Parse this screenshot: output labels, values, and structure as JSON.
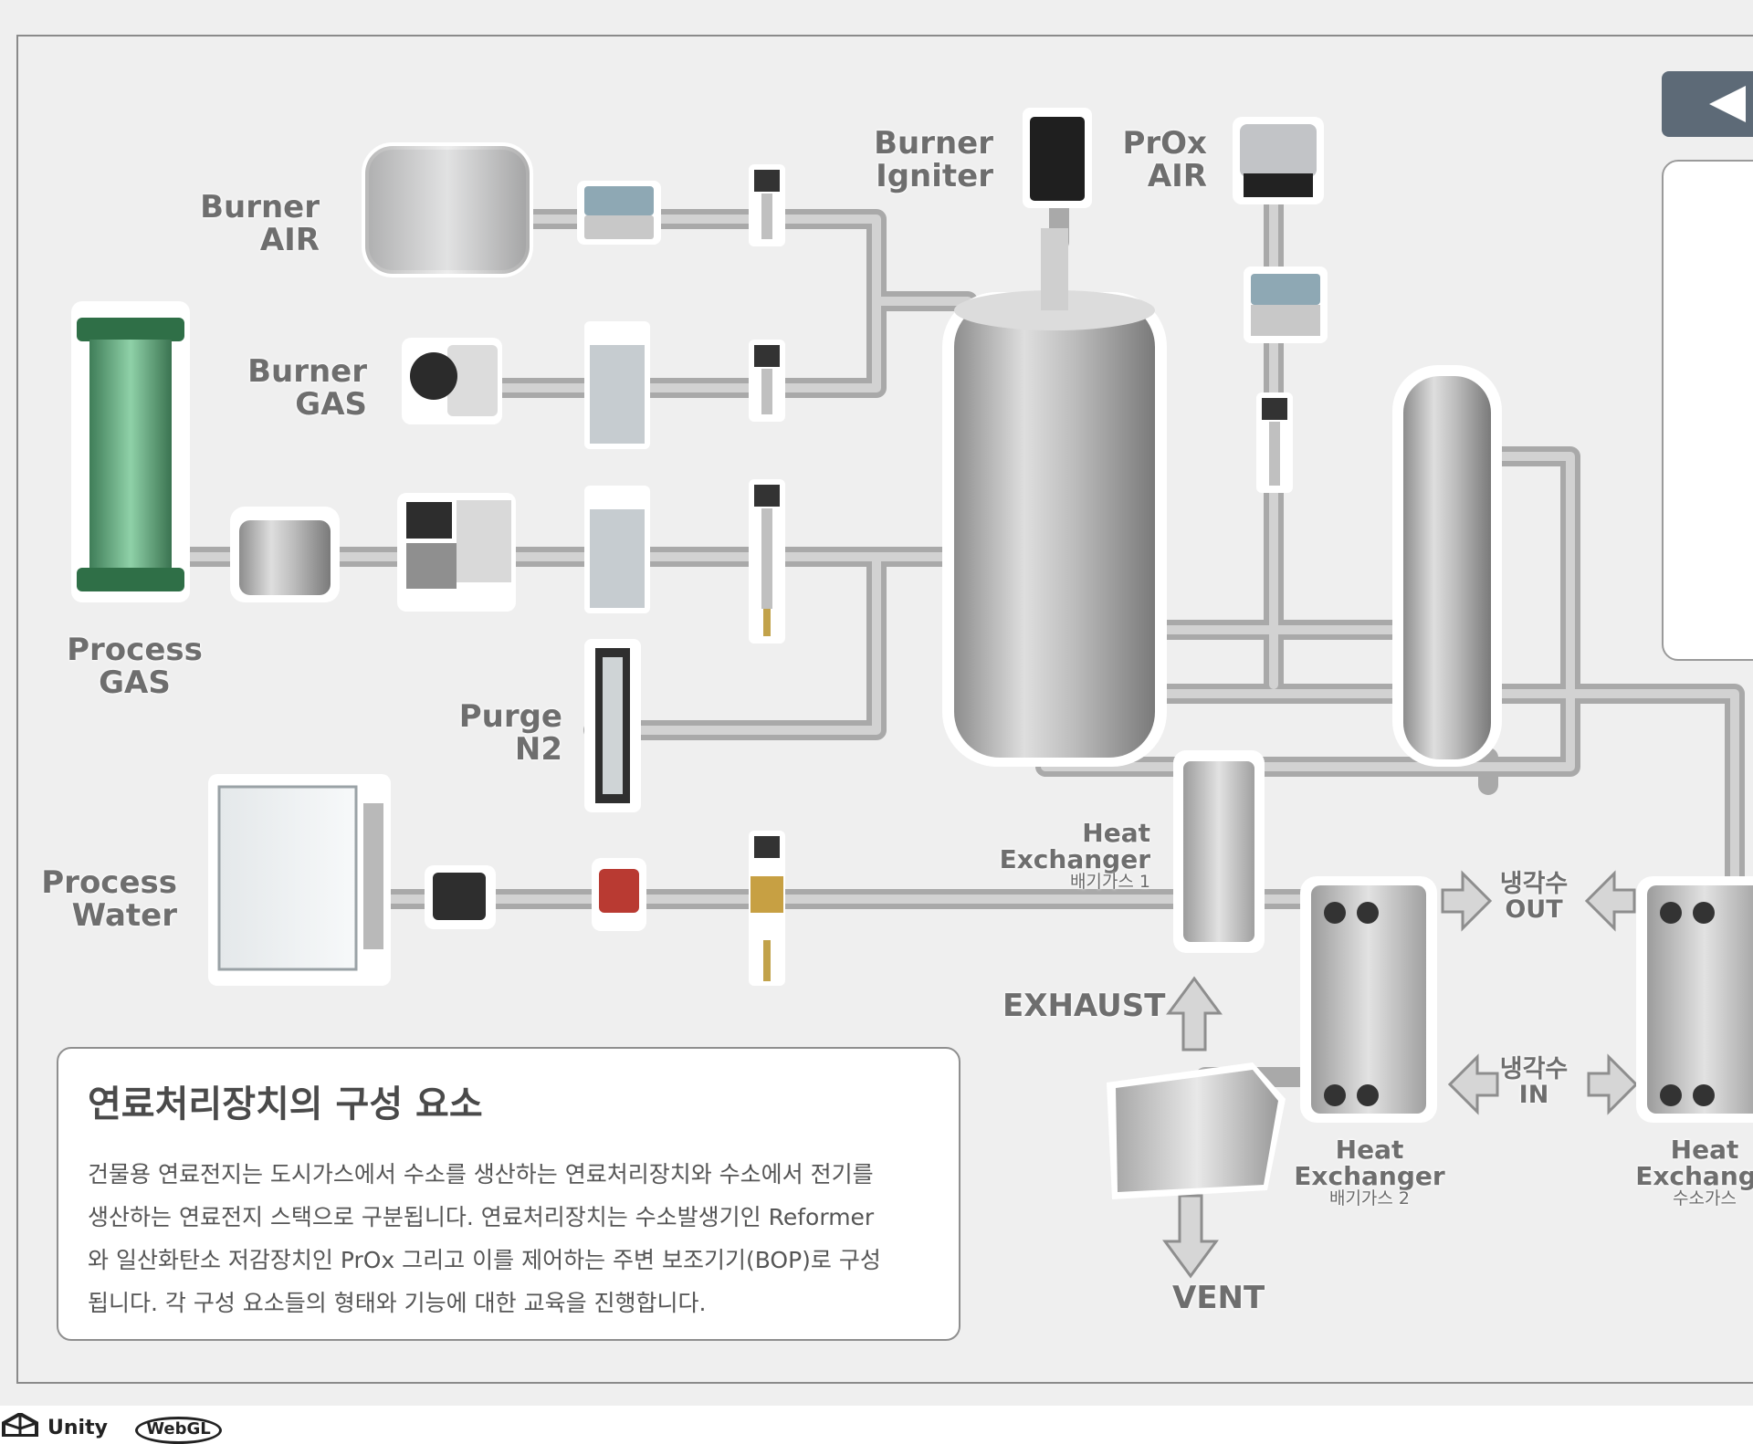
{
  "labels": {
    "burner_air": {
      "line1": "Burner",
      "line2": "AIR"
    },
    "burner_gas": {
      "line1": "Burner",
      "line2": "GAS"
    },
    "process_gas": {
      "line1": "Process",
      "line2": "GAS"
    },
    "purge_n2": {
      "line1": "Purge",
      "line2": "N2"
    },
    "process_water": {
      "line1": "Process",
      "line2": "Water"
    },
    "burner_igniter": {
      "line1": "Burner",
      "line2": "Igniter"
    },
    "prox_air": {
      "line1": "PrOx",
      "line2": "AIR"
    },
    "heat_exchanger_1": {
      "line1": "Heat Exchanger",
      "sub": "배기가스 1"
    },
    "heat_exchanger_2": {
      "line1": "Heat",
      "line2": "Exchanger",
      "sub": "배기가스 2"
    },
    "heat_exchanger_3": {
      "line1": "Heat",
      "line2": "Exchange",
      "sub": "수소가스"
    },
    "coolant_out": {
      "line1": "냉각수",
      "line2": "OUT"
    },
    "coolant_in": {
      "line1": "냉각수",
      "line2": "IN"
    },
    "exhaust": "EXHAUST",
    "vent": "VENT"
  },
  "info": {
    "title": "연료처리장치의 구성 요소",
    "lines": [
      "건물용 연료전지는 도시가스에서 수소를 생산하는 연료처리장치와 수소에서 전기를",
      "생산하는 연료전지 스택으로 구분됩니다. 연료처리장치는 수소발생기인 Reformer",
      "와 일산화탄소 저감장치인 PrOx 그리고 이를 제어하는 주변 보조기기(BOP)로 구성",
      "됩니다. 각 구성 요소들의 형태와 기능에 대한 교육을 진행합니다."
    ]
  },
  "footer": {
    "unity": "Unity",
    "webgl": "WebGL"
  },
  "icons": {
    "side_button": "triangle-left-icon",
    "unity_logo": "unity-cube-icon"
  }
}
